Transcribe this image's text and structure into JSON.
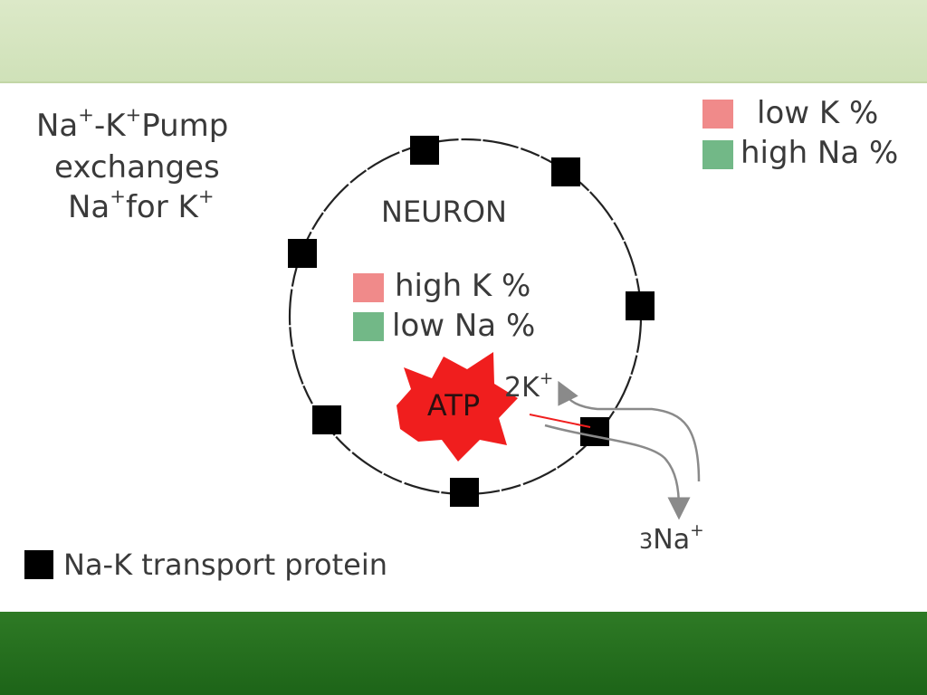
{
  "title": {
    "line1": {
      "a": "Na",
      "a_sup": "+",
      "b": "-K",
      "b_sup": "+",
      "c": "Pump"
    },
    "line2": "exchanges",
    "line3": {
      "a": "Na",
      "a_sup": "+",
      "b": "for K",
      "b_sup": "+"
    }
  },
  "outside_legend": [
    {
      "label": "low K %",
      "color": "#f08a8a"
    },
    {
      "label": "high Na %",
      "color": "#72b887"
    }
  ],
  "neuron": {
    "label": "NEURON",
    "inside_legend": [
      {
        "label": "high K %",
        "color": "#f08a8a"
      },
      {
        "label": "low Na %",
        "color": "#72b887"
      }
    ]
  },
  "atp": {
    "label": "ATP",
    "color": "#f01e1e"
  },
  "ions": {
    "k": {
      "count": "2",
      "symbol": "K",
      "sup": "+"
    },
    "na": {
      "count": "3",
      "symbol": "Na",
      "sup": "+"
    }
  },
  "protein_legend": {
    "label": "Na-K transport protein",
    "color": "#000000"
  },
  "colors": {
    "top_band": "#d6e6c0",
    "bottom_band": "#26701f",
    "arrow": "#8a8a8a"
  }
}
